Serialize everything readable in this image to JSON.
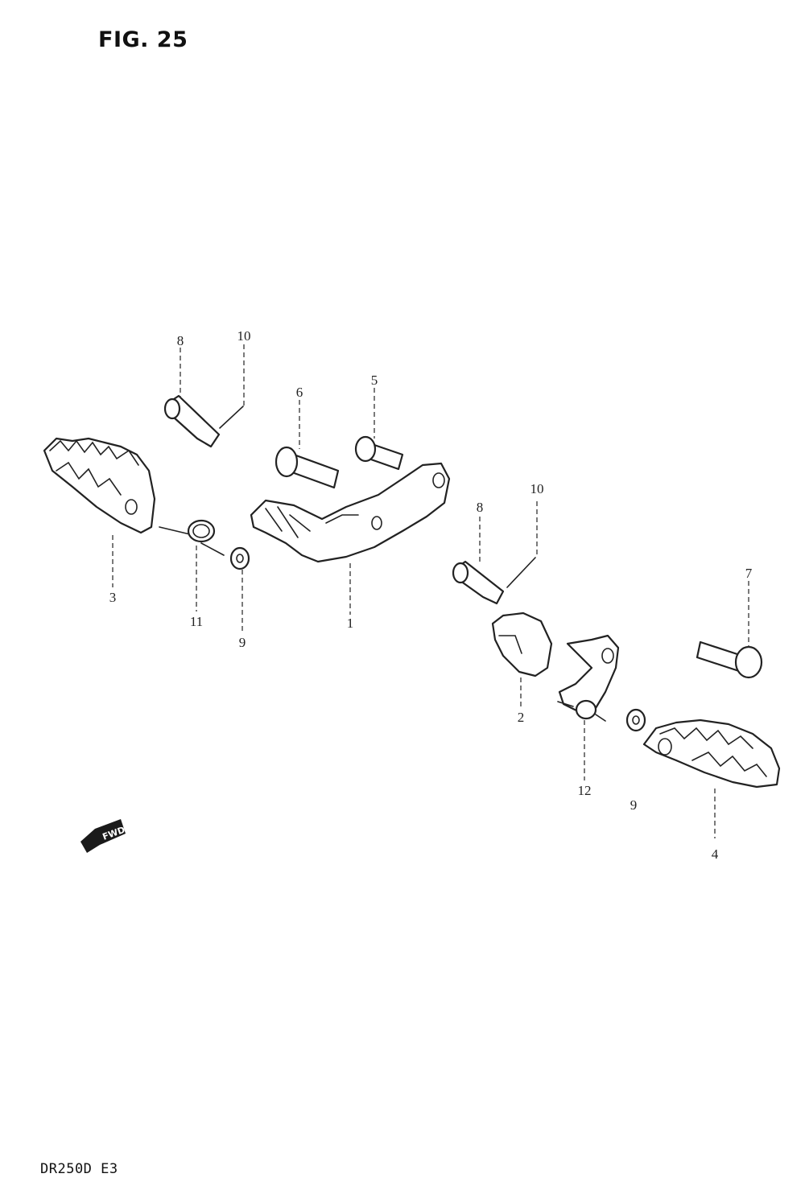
{
  "figure": {
    "title": "FIG. 25"
  },
  "footer": {
    "model_code": "DR250D E3"
  },
  "callouts": {
    "c8a": "8",
    "c10a": "10",
    "c6": "6",
    "c5": "5",
    "c3": "3",
    "c11": "11",
    "c9a": "9",
    "c1": "1",
    "c8b": "8",
    "c10b": "10",
    "c7": "7",
    "c2": "2",
    "c12": "12",
    "c9b": "9",
    "c4": "4"
  },
  "direction_marker": {
    "label": "FWD"
  }
}
